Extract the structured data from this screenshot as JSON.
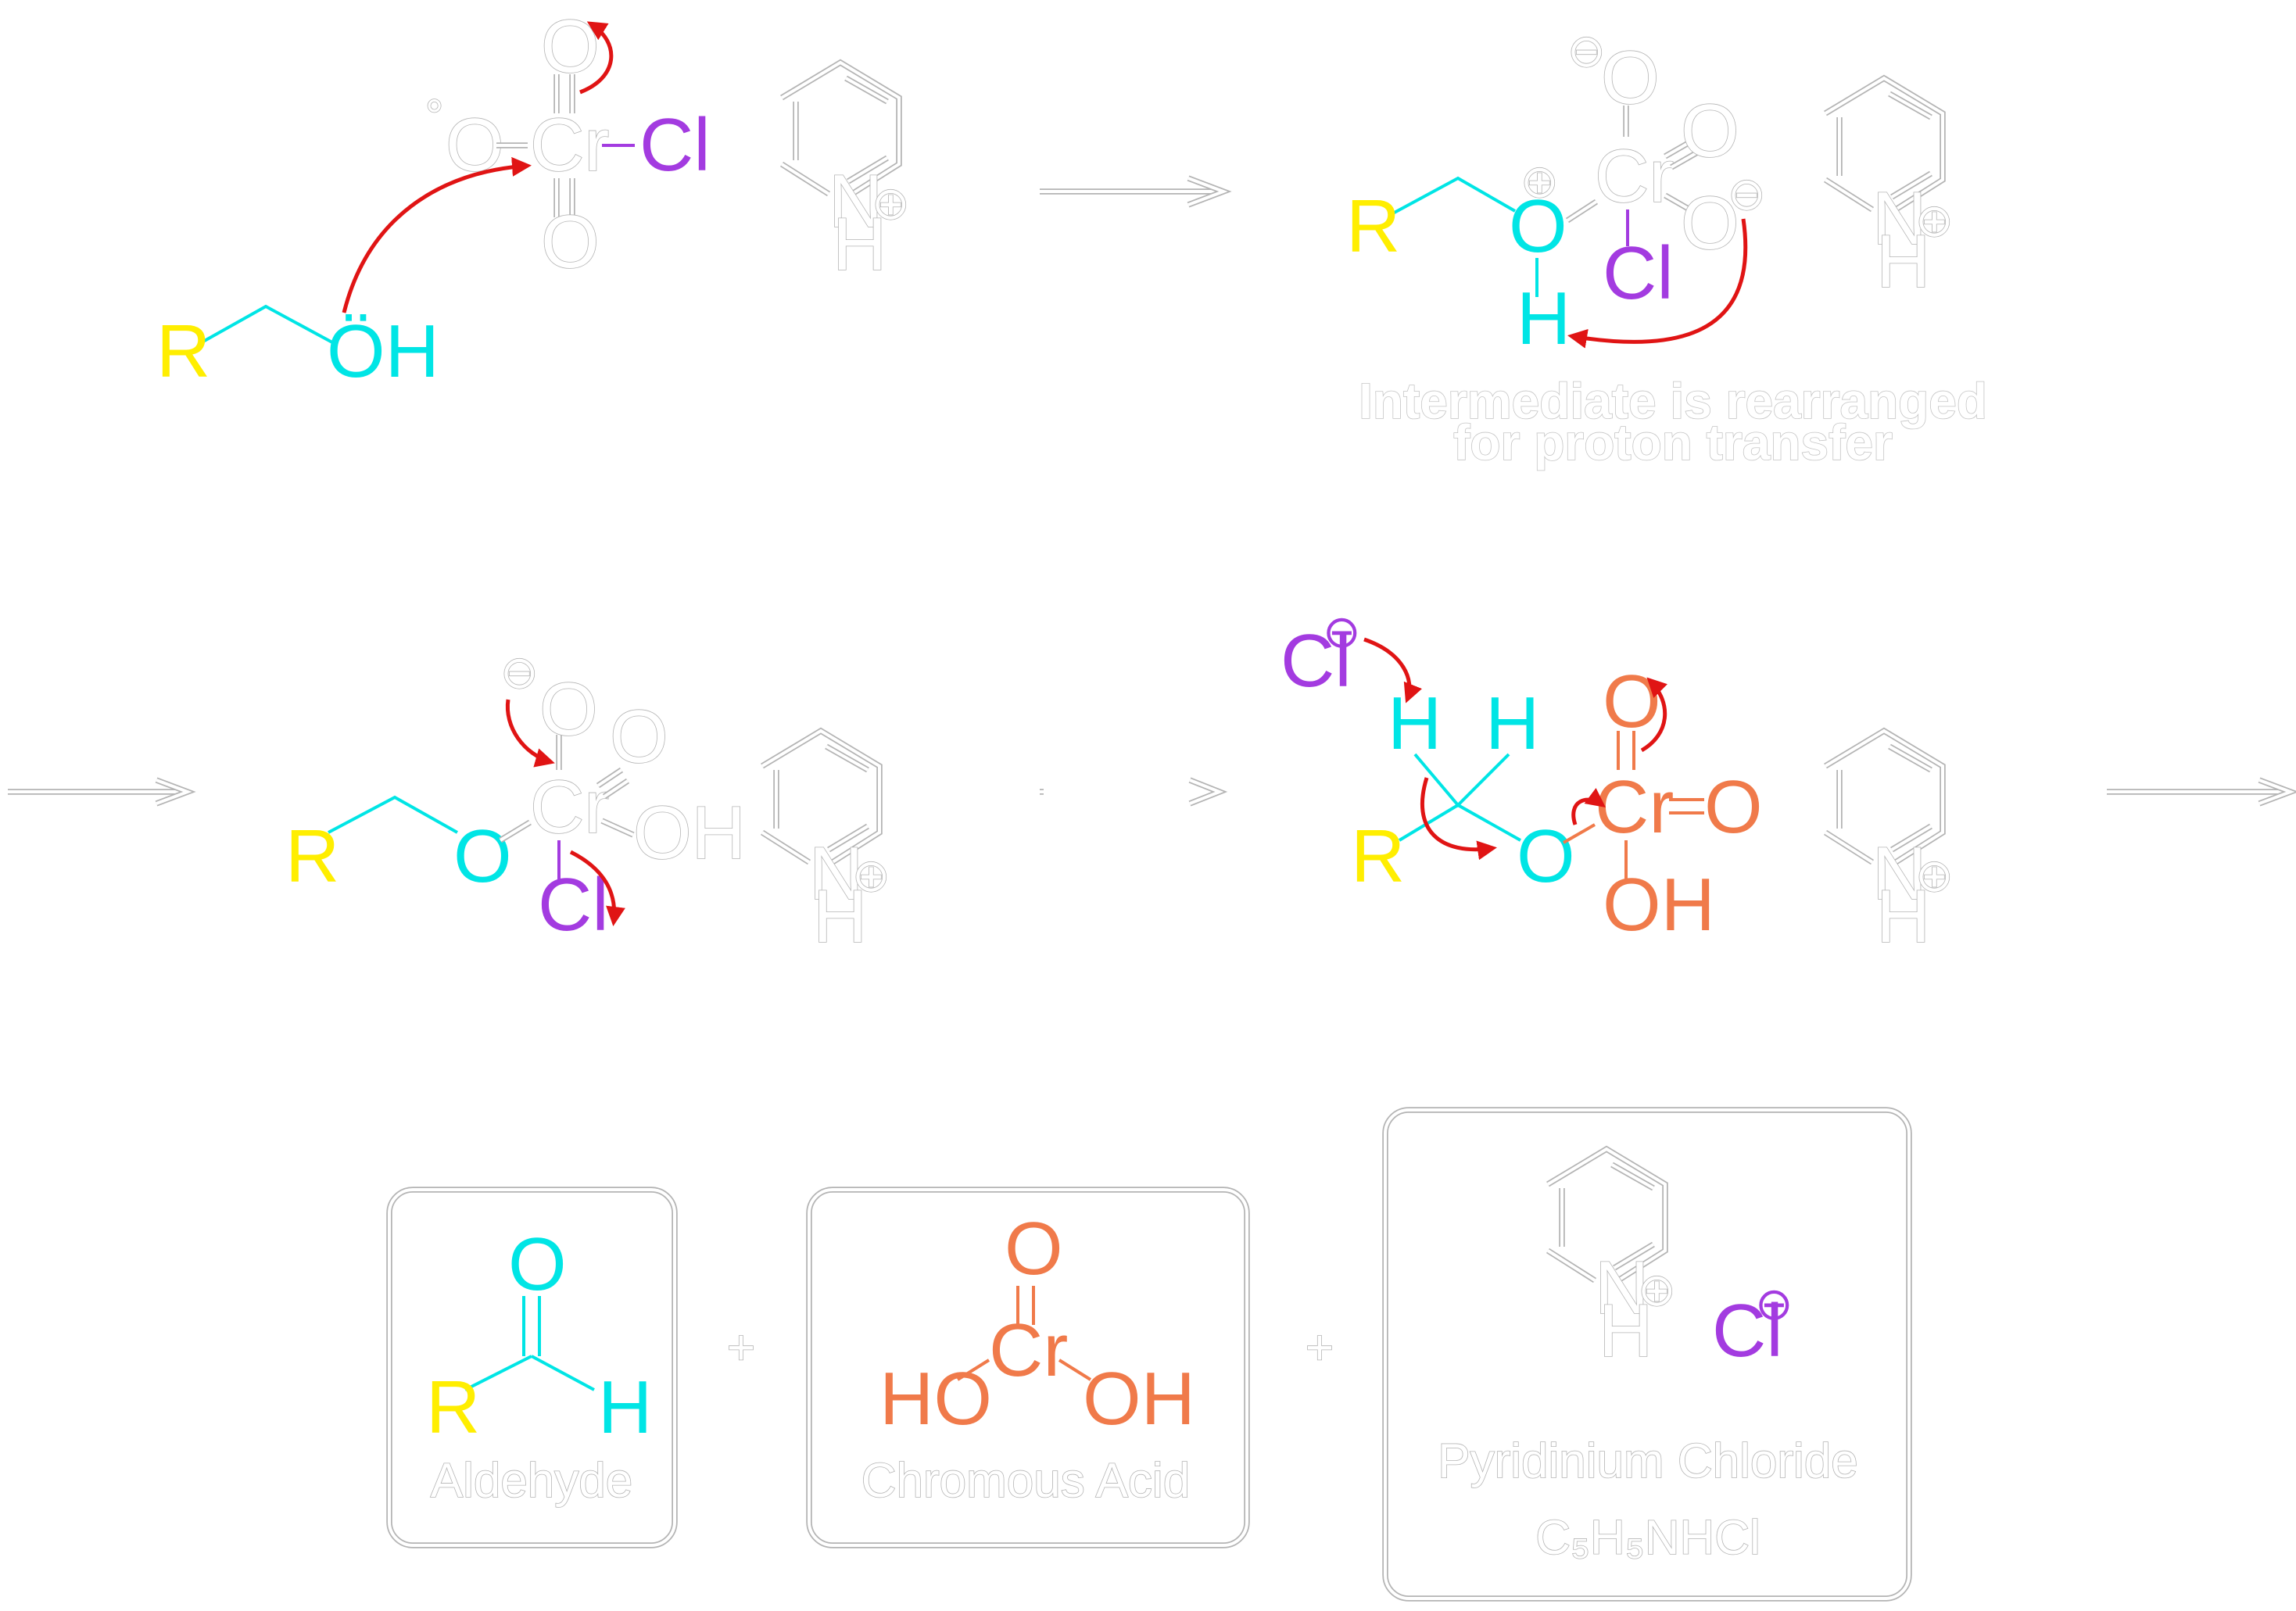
{
  "atoms": {
    "R": "R",
    "OH": "OH",
    "OH_lone": "ÖH",
    "O": "O",
    "H": "H",
    "Cr": "Cr",
    "Cl": "Cl",
    "N": "N",
    "HO": "HO",
    "plus_charge": "⊕",
    "minus_charge": "⊖",
    "radical": "°"
  },
  "captions": {
    "intermediate_line1": "Intermediate is rearranged",
    "intermediate_line2": "for proton transfer"
  },
  "products": {
    "aldehyde": "Aldehyde",
    "chromous_acid": "Chromous Acid",
    "pyridinium_chloride": "Pyridinium Chloride",
    "formula": "C₅H₅NHCl",
    "plus_sign": "+"
  },
  "colors": {
    "cyan": "#00e5e5",
    "yellow": "#ffee00",
    "purple": "#a33be0",
    "orange": "#f07a4a",
    "red_arrow": "#e01414",
    "outline_gray": "#b4b4b4"
  }
}
